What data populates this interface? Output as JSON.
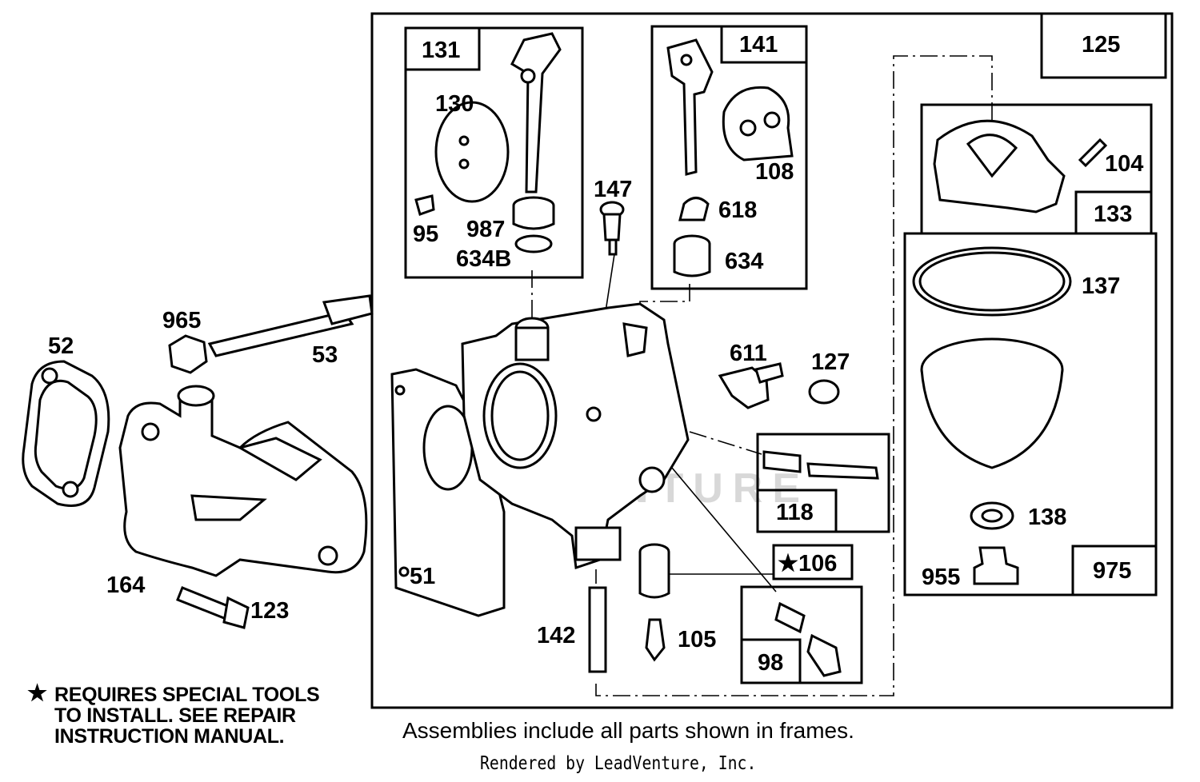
{
  "watermark": "LEADVENTURE",
  "frames": {
    "f131": "131",
    "f141": "141",
    "f125": "125",
    "f133": "133",
    "f975": "975",
    "f118": "118",
    "f106": "★106",
    "f98": "98"
  },
  "parts": {
    "p130": "130",
    "p95": "95",
    "p987": "987",
    "p634B": "634B",
    "p108": "108",
    "p618": "618",
    "p634": "634",
    "p147": "147",
    "p104": "104",
    "p137": "137",
    "p138": "138",
    "p955": "955",
    "p965": "965",
    "p52": "52",
    "p53": "53",
    "p611": "611",
    "p127": "127",
    "p164": "164",
    "p123": "123",
    "p51": "51",
    "p142": "142",
    "p105": "105"
  },
  "notes": {
    "star": "★",
    "special_tools_1": "REQUIRES SPECIAL TOOLS",
    "special_tools_2": "TO INSTALL.  SEE REPAIR",
    "special_tools_3": "INSTRUCTION MANUAL.",
    "assemblies": "Assemblies include all parts shown in frames.",
    "rendered_by": "Rendered by LeadVenture, Inc."
  }
}
